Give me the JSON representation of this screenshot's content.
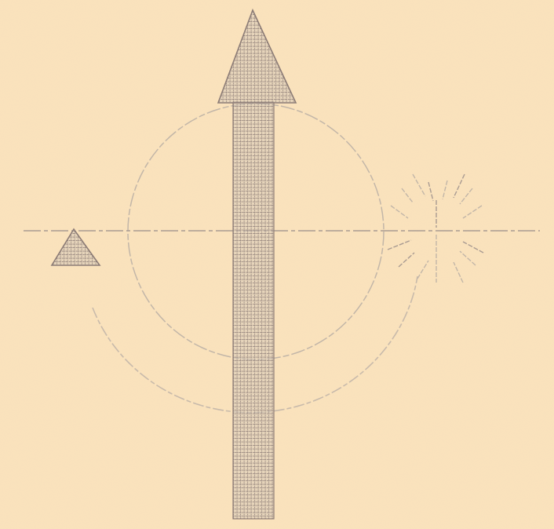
{
  "diagram": {
    "colors": {
      "paper": "#fbe3bd",
      "paper_edge": "#f6d8ad",
      "ink": "#8c7c76",
      "ink_dark": "#7a6b66",
      "pencil": "#c2b6a8",
      "pencil_dark": "#a99b92",
      "hatch": "#d6c8b8"
    },
    "elements": [
      "large-up-arrow",
      "small-triangle-marker",
      "inner-circle",
      "outer-arc",
      "horizontal-axis",
      "starburst"
    ]
  }
}
